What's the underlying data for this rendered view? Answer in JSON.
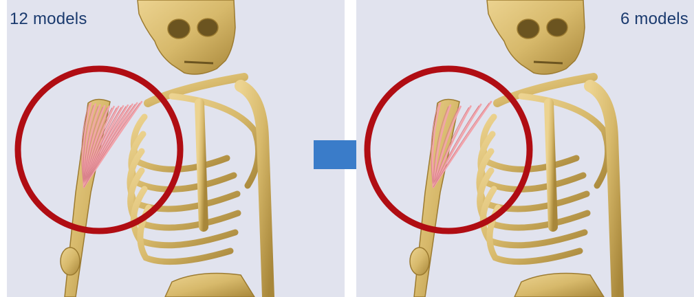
{
  "panels": [
    {
      "label": "12 models",
      "muscle_fibers": 12
    },
    {
      "label": "6 models",
      "muscle_fibers": 6
    }
  ],
  "colors": {
    "background": "#e1e3ee",
    "bone": "#d7b96b",
    "bone_shadow": "#9b7a30",
    "muscle": "#f2a3aa",
    "circle": "#b00d13",
    "arrow": "#3a7cc9",
    "label": "#1a3a6e"
  },
  "icons": [
    "right-arrow-icon"
  ]
}
